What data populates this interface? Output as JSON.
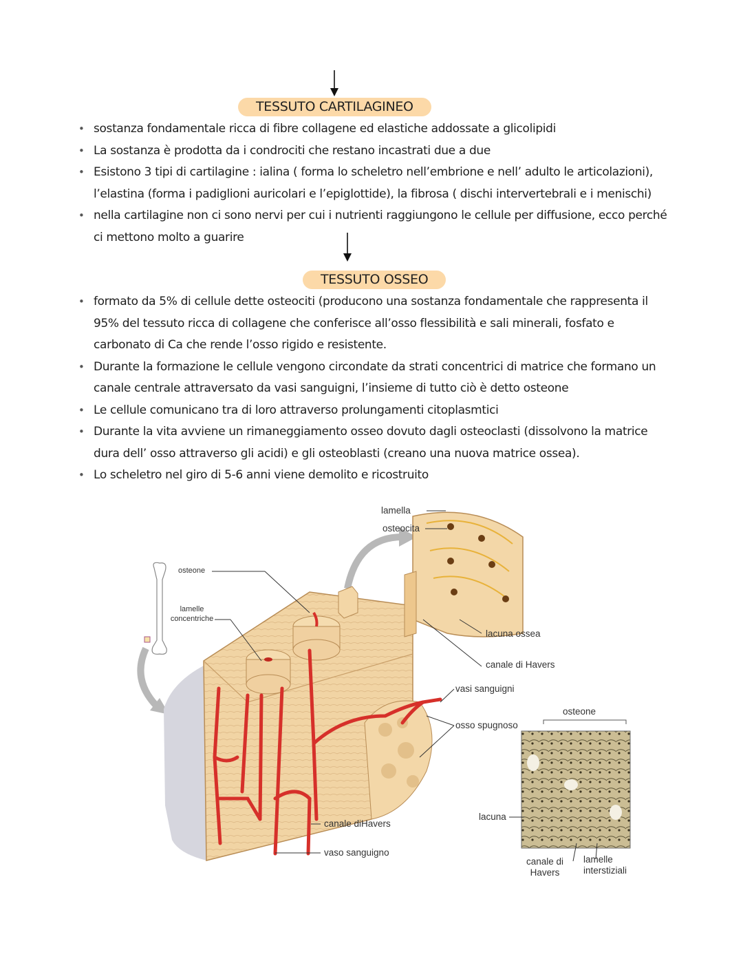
{
  "section1": {
    "title": "TESSUTO CARTILAGINEO",
    "bullets": [
      "sostanza fondamentale ricca di fibre collagene ed elastiche addossate a glicolipidi",
      "La sostanza è prodotta da i condrociti che restano incastrati due a due",
      "Esistono 3 tipi di cartilagine : ialina ( forma lo scheletro nell’embrione e nell’ adulto le articolazioni), l’elastina (forma i padiglioni auricolari e l’epiglottide), la fibrosa ( dischi intervertebrali e i menischi)",
      "nella cartilagine non ci sono nervi per cui i nutrienti raggiungono le cellule per diffusione, ecco perché ci mettono molto a guarire"
    ]
  },
  "section2": {
    "title": "TESSUTO OSSEO",
    "bullets": [
      "formato da 5% di cellule dette osteociti (producono una sostanza fondamentale che rappresenta il 95% del tessuto ricca di collagene che conferisce all’osso flessibilità e sali minerali, fosfato e carbonato di Ca che rende l’osso rigido e resistente.",
      "Durante la formazione le cellule vengono circondate da strati concentrici di matrice che formano un canale centrale attraversato da vasi sanguigni, l’insieme di tutto ciò è detto osteone",
      "Le cellule comunicano tra di loro attraverso prolungamenti citoplasmtici",
      "Durante la vita avviene un rimaneggiamento osseo dovuto dagli osteoclasti (dissolvono la matrice dura dell’ osso attraverso gli acidi) e gli osteoblasti (creano una nuova matrice ossea).",
      "Lo scheletro nel giro di 5-6 anni viene demolito e ricostruito"
    ]
  },
  "figure": {
    "labels": {
      "lamella": "lamella",
      "osteocita": "osteocita",
      "osteone": "osteone",
      "lamelle_concentriche": "lamelle concentriche",
      "lacuna_ossea": "lacuna ossea",
      "canale_di_havers": "canale di Havers",
      "vasi_sanguigni": "vasi sanguigni",
      "osso_spugnoso": "osso spugnoso",
      "osteone_micro": "osteone",
      "lacuna": "lacuna",
      "canale_diHavers": "canale diHavers",
      "vaso_sanguigno": "vaso sanguigno",
      "canale_di_havers_micro": "canale di Havers",
      "lamelle_interstiziali": "lamelle interstiziali"
    }
  },
  "colors": {
    "highlight": "#fcd9a8",
    "bone": "#f1d4a4",
    "bone_dark": "#d9b47e",
    "vessel": "#d6302a",
    "osteocyte": "#e8b23a"
  }
}
